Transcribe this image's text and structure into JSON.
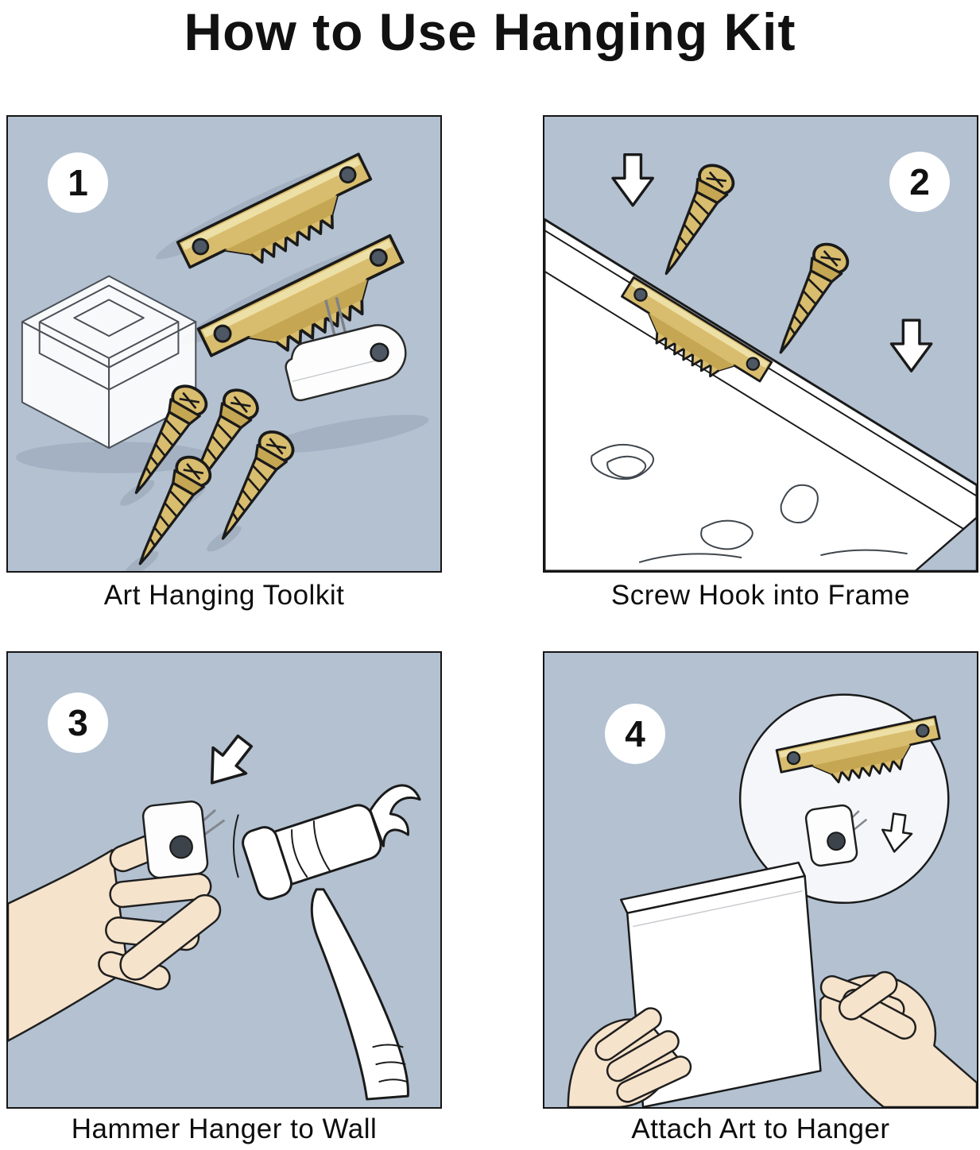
{
  "title": "How to Use Hanging  Kit",
  "panels": [
    {
      "number": "1",
      "caption": "Art Hanging Toolkit"
    },
    {
      "number": "2",
      "caption": "Screw Hook into Frame"
    },
    {
      "number": "3",
      "caption": "Hammer Hanger to Wall"
    },
    {
      "number": "4",
      "caption": "Attach Art to Hanger"
    }
  ],
  "colors": {
    "panel_background": "#b3c1d1",
    "brass": "#d9bd6e",
    "brass_dark": "#c5a653",
    "skin": "#f6e3cb",
    "outline": "#1a1a1a",
    "object_white": "#ffffff",
    "shadow": "#93a2b3"
  }
}
